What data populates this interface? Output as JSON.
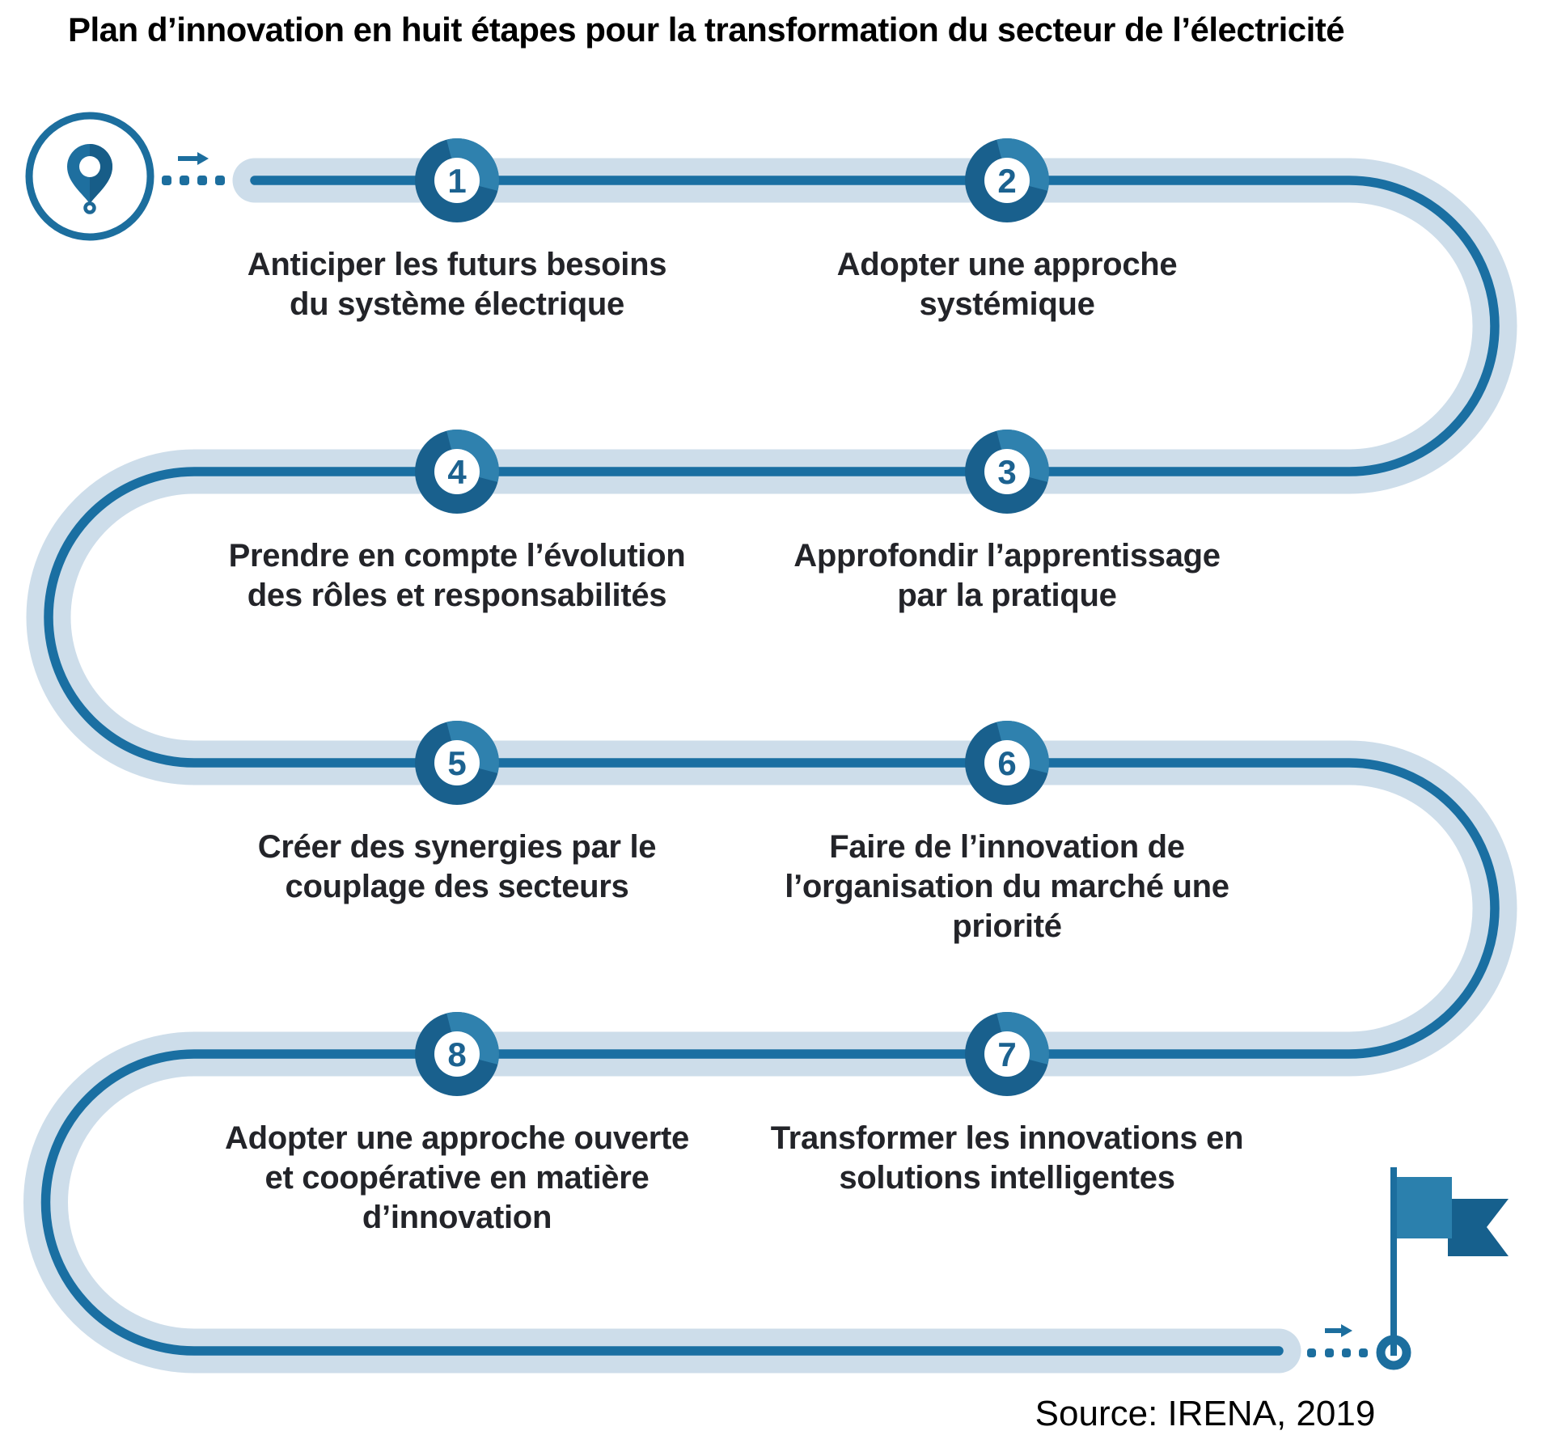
{
  "title": "Plan d’innovation en huit étapes pour la transformation du secteur de l’électricité",
  "steps": [
    {
      "number": "1",
      "label": "Anticiper les futurs besoins\ndu système électrique"
    },
    {
      "number": "2",
      "label": "Adopter une approche\nsystémique"
    },
    {
      "number": "3",
      "label": "Approfondir l’apprentissage\npar la pratique"
    },
    {
      "number": "4",
      "label": "Prendre en compte l’évolution\ndes rôles et responsabilités"
    },
    {
      "number": "5",
      "label": "Créer des synergies par le\ncouplage des secteurs"
    },
    {
      "number": "6",
      "label": "Faire de l’innovation de\nl’organisation du marché une\npriorité"
    },
    {
      "number": "7",
      "label": "Transformer les innovations en\nsolutions intelligentes"
    },
    {
      "number": "8",
      "label": "Adopter une approche ouverte\net coopérative en matière\nd’innovation"
    }
  ],
  "source": "Source: IRENA, 2019",
  "icons": {
    "start": "location-pin-icon",
    "start_arrow": "dotted-arrow-icon",
    "end_arrow": "dotted-arrow-icon",
    "end": "flag-icon"
  },
  "colors": {
    "path_light": "#cdddea",
    "path_dark": "#1a6fa2",
    "badge_ring": "#19608d",
    "badge_ring_highlight": "#2f81ae",
    "badge_number": "#1c6290",
    "icon_blue": "#1c6e9e",
    "flag_light": "#2b80ad",
    "flag_dark": "#16608d",
    "text": "#232429"
  }
}
